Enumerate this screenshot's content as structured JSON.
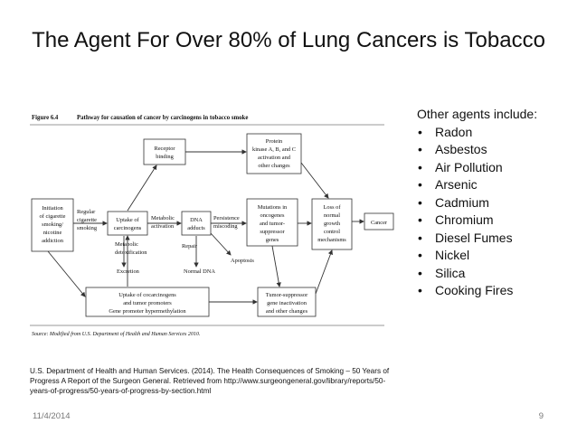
{
  "slide": {
    "title": "The Agent For Over 80% of Lung Cancers is Tobacco",
    "date": "11/4/2014",
    "page_number": "9"
  },
  "figure": {
    "label": "Figure 6.4",
    "caption": "Pathway for causation of cancer by carcinogens in tobacco smoke",
    "source": "Source: Modified from U.S. Department of Health and Human Services 2010.",
    "nodes": {
      "initiation": [
        "Initiation",
        "of cigarette",
        "smoking/",
        "nicotine",
        "addiction"
      ],
      "receptor": [
        "Receptor",
        "binding"
      ],
      "protein": [
        "Protein",
        "kinase A, B, and C",
        "activation and",
        "other changes"
      ],
      "uptake": [
        "Uptake of",
        "carcinogens"
      ],
      "dna": [
        "DNA",
        "adducts"
      ],
      "mutations": [
        "Mutations in",
        "oncogenes",
        "and tumor-",
        "suppressor",
        "genes"
      ],
      "loss": [
        "Loss of",
        "normal",
        "growth",
        "control",
        "mechanisms"
      ],
      "cancer": [
        "Cancer"
      ],
      "cocarcinogens": [
        "Uptake of cocarcinogens",
        "and tumor promoters",
        "Gene promoter hypermethylation"
      ],
      "tumor_suppressor": [
        "Tumor-suppressor",
        "gene inactivation",
        "and other changes"
      ]
    },
    "labels": {
      "regular": [
        "Regular",
        "cigarette",
        "smoking"
      ],
      "metabolic_activation": [
        "Metabolic",
        "activation"
      ],
      "persistence": [
        "Persistence",
        "miscoding"
      ],
      "metabolic_detox": [
        "Metabolic",
        "detoxification"
      ],
      "repair": "Repair",
      "excretion": "Excretion",
      "normal_dna": "Normal DNA",
      "apoptosis": "Apoptosis"
    }
  },
  "agents": {
    "heading": "Other agents include:",
    "bullet": "•",
    "items": [
      "Radon",
      "Asbestos",
      "Air Pollution",
      "Arsenic",
      "Cadmium",
      "Chromium",
      "Diesel Fumes",
      "Nickel",
      "Silica",
      "Cooking Fires"
    ]
  },
  "citation": {
    "text": "U.S. Department of Health and Human Services. (2014). The Health Consequences of Smoking – 50 Years of Progress A Report of the Surgeon General. Retrieved from http://www.surgeongeneral.gov/library/reports/50-years-of-progress/50-years-of-progress-by-section.html"
  }
}
